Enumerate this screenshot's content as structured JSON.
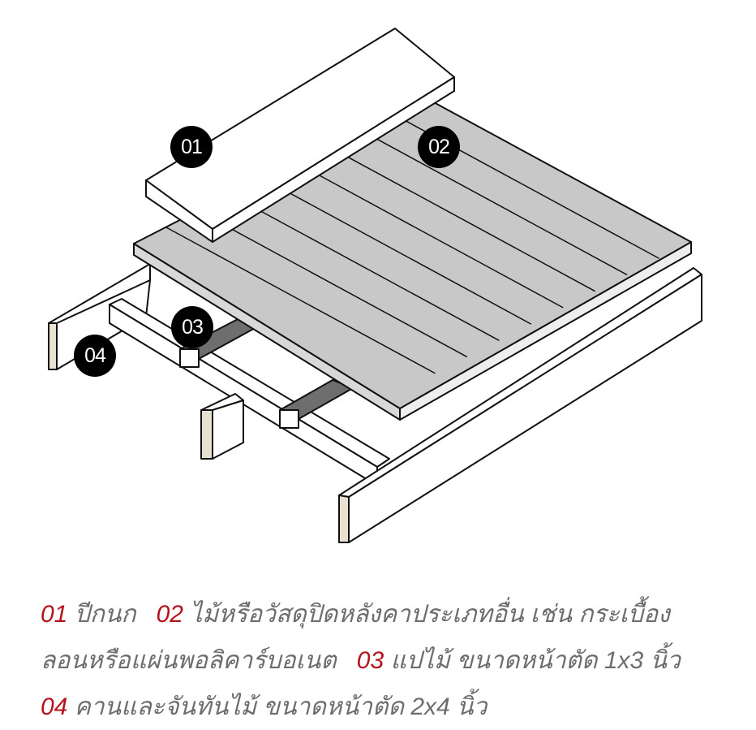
{
  "labels": [
    "01",
    "02",
    "03",
    "04"
  ],
  "caption": {
    "items": [
      {
        "num": "01",
        "text": "ปีกนก"
      },
      {
        "num": "02",
        "text": "ไม้หรือวัสดุปิดหลังคาประเภทอื่น  เช่น  กระเบื้องลอนหรือแผ่นพอลิคาร์บอเนต"
      },
      {
        "num": "03",
        "text": "แปไม้  ขนาดหน้าตัด 1x3 นิ้ว"
      },
      {
        "num": "04",
        "text": "คานและจันทันไม้  ขนาดหน้าตัด 2x4 นิ้ว"
      }
    ],
    "line1_part2a": "ไม้หรือวัสดุปิดหลังคาประเภทอื่น  เช่น  กระเบื้อง",
    "line2_part2b": "ลอนหรือแผ่นพอลิคาร์บอเนต"
  },
  "colors": {
    "accent": "#b5121b",
    "text": "#6d6d6d",
    "deck": "#c8c8c8",
    "purlin": "#6e6e6e"
  }
}
